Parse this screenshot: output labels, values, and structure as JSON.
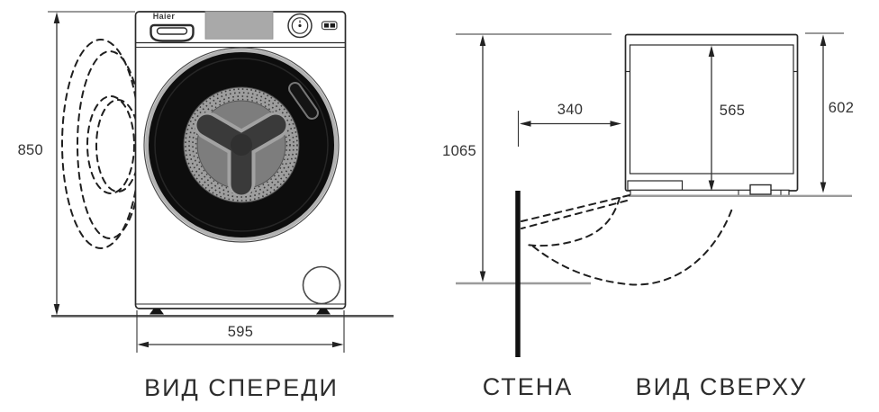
{
  "brand": "Haier",
  "front_view": {
    "caption": "ВИД СПЕРЕДИ",
    "height_label": "850",
    "width_label": "595"
  },
  "top_view": {
    "caption": "ВИД СВЕРХУ",
    "wall_label": "СТЕНА",
    "wall_clearance_label": "1065",
    "door_open_label": "340",
    "inner_depth_label": "565",
    "total_depth_label": "602"
  },
  "colors": {
    "line": "#2a2a2a",
    "gray_line": "#9b9b9b",
    "panel_gray": "#a9a9a9",
    "door_black": "#0d0d0d",
    "text": "#333333"
  }
}
